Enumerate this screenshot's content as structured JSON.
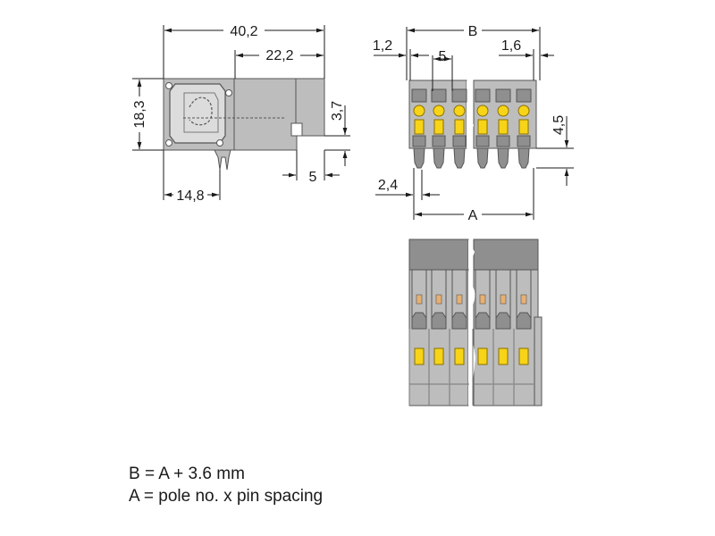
{
  "dimensions": {
    "overall_width": "40,2",
    "partial_width": "22,2",
    "height": "18,3",
    "offset_3_7": "3,7",
    "pin_offset": "5",
    "bottom_width": "14,8",
    "b_label": "B",
    "edge_1_2": "1,2",
    "pitch": "5",
    "edge_1_6": "1,6",
    "right_4_5": "4,5",
    "bottom_2_4": "2,4",
    "a_label": "A"
  },
  "notes": {
    "line1": "B = A + 3.6 mm",
    "line2": "A = pole no. x pin spacing"
  },
  "colors": {
    "housing": "#bdbdbd",
    "housing_dark": "#8f8f8f",
    "actuator": "#f7d417"
  }
}
